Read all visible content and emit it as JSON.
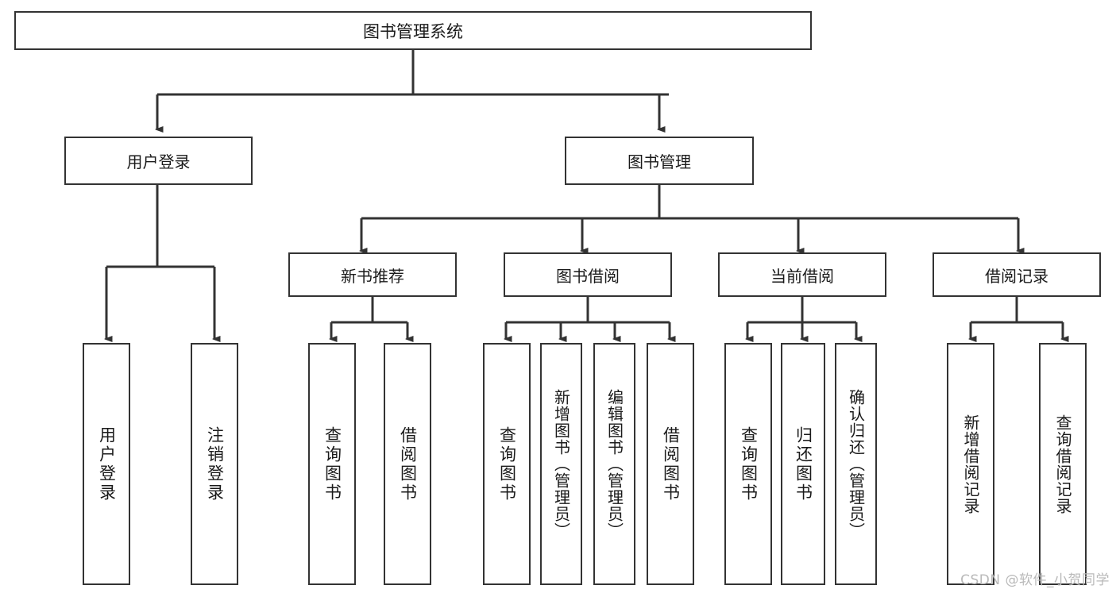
{
  "diagram": {
    "title": "图书管理系统",
    "root": {
      "label": "图书管理系统"
    },
    "level1": [
      {
        "label": "用户登录"
      },
      {
        "label": "图书管理"
      }
    ],
    "level2": [
      {
        "label": "新书推荐"
      },
      {
        "label": "图书借阅"
      },
      {
        "label": "当前借阅"
      },
      {
        "label": "借阅记录"
      }
    ],
    "leaves": {
      "user_login": [
        {
          "label": "用户登录"
        },
        {
          "label": "注销登录"
        }
      ],
      "new_book_recommend": [
        {
          "label": "查询图书"
        },
        {
          "label": "借阅图书"
        }
      ],
      "book_borrow": [
        {
          "label": "查询图书"
        },
        {
          "label": "新增图书（管理员）"
        },
        {
          "label": "编辑图书（管理员）"
        },
        {
          "label": "借阅图书"
        }
      ],
      "current_borrow": [
        {
          "label": "查询图书"
        },
        {
          "label": "归还图书"
        },
        {
          "label": "确认归还（管理员）"
        }
      ],
      "borrow_record": [
        {
          "label": "新增借阅记录"
        },
        {
          "label": "查询借阅记录"
        }
      ]
    },
    "watermark": "CSDN @软件_小贺同学",
    "colors": {
      "line": "#333333",
      "box_border": "#333333",
      "box_fill": "#ffffff",
      "text": "#1a1a1a",
      "watermark": "#b9b9b9"
    }
  }
}
